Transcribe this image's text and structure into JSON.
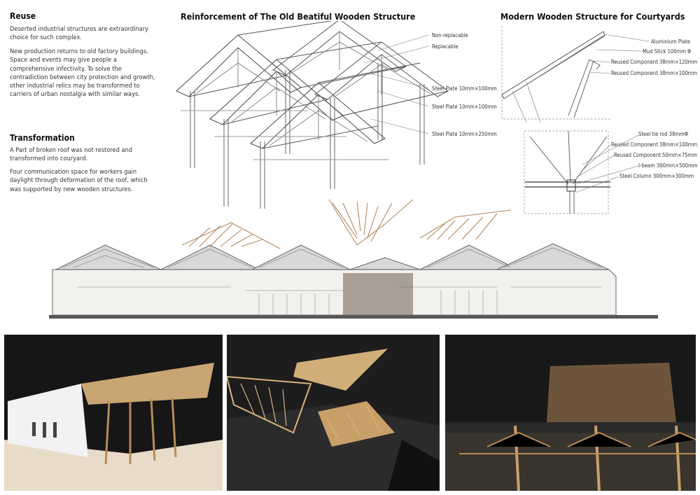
{
  "left": {
    "reuse_title": "Reuse",
    "reuse_p1": "Deserted industrial structures are extraordinary choice for such complex.",
    "reuse_p2": "New production returns to old factory buildings. Space and events may give people a comprehensive infectivity. To solve the contradiction between city protection and growth, other industrial relics may be transformed to carriers of urban nostalgia with similar ways.",
    "transformation_title": "Transformation",
    "trans_p1": "A Part of broken roof was not restored and transformed into couryard.",
    "trans_p2": "Four communication space for workers gain daylight through deformation of the roof, which was supported by new wooden structures."
  },
  "middle": {
    "title": "Reinforcement of The Old Beatiful Wooden Structure",
    "labels": [
      "Non-replacable",
      "Replacable",
      "Steel Plate 10mm×100mm",
      "Steel Plate 10mm×100mm",
      "Steel Plate 10mm×250mm"
    ]
  },
  "right": {
    "title": "Modern Wooden Structure for Courtyards",
    "top_labels": [
      "Aluminium Plate",
      "Mud Stick 100mm Φ",
      "Reused Component 38mm×120mm",
      "Reused Component 38mm×100mm"
    ],
    "bottom_labels": [
      "Steel tie rod 38mmΦ",
      "Reused Component 38mm×100mm",
      "Reused Component 50mm×75mm",
      "I-beam 300mm×500mm",
      "Steel Column 300mm×300mm"
    ]
  },
  "colors": {
    "text": "#222222",
    "wood": "#c8a06a",
    "photo_bg": "#1c1c1c"
  }
}
